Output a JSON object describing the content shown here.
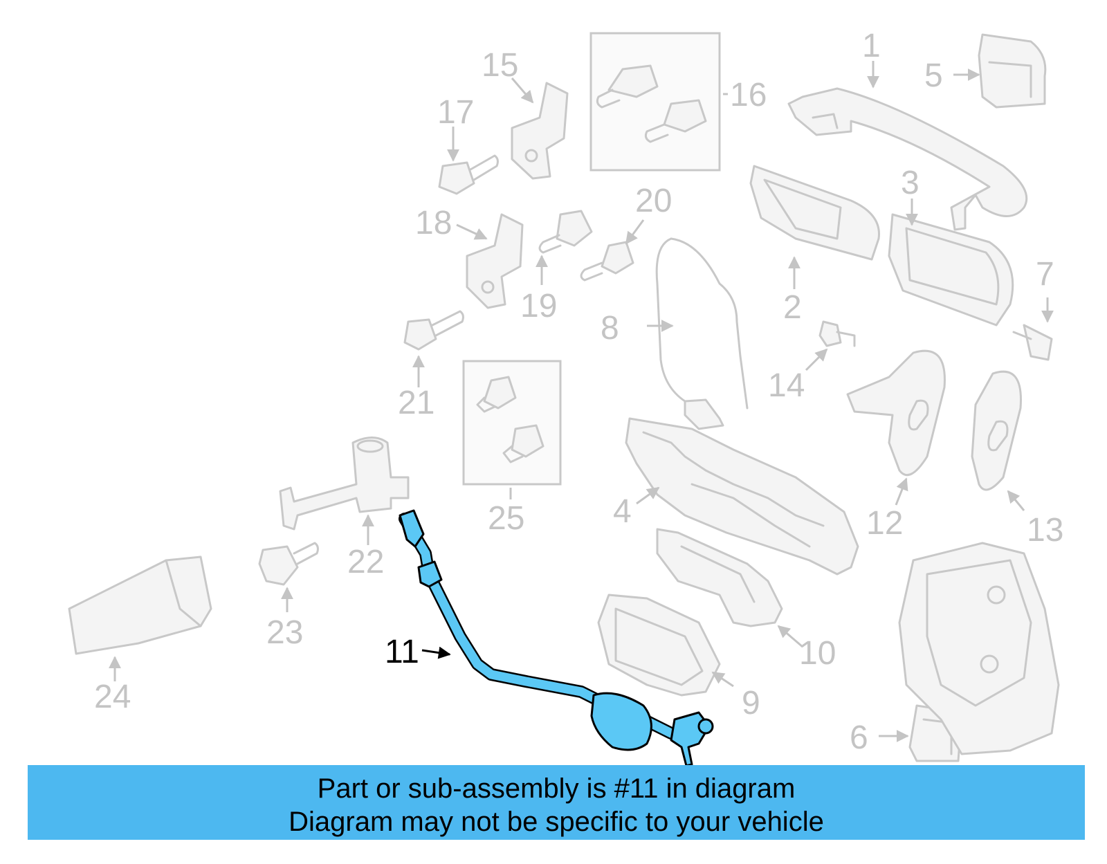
{
  "diagram": {
    "highlighted_part": "11",
    "highlight_color": "#5bc8f5",
    "callouts": {
      "c1": "1",
      "c2": "2",
      "c3": "3",
      "c4": "4",
      "c5": "5",
      "c6": "6",
      "c7": "7",
      "c8": "8",
      "c9": "9",
      "c10": "10",
      "c11": "11",
      "c12": "12",
      "c13": "13",
      "c14": "14",
      "c15": "15",
      "c16": "16",
      "c17": "17",
      "c18": "18",
      "c19": "19",
      "c20": "20",
      "c21": "21",
      "c22": "22",
      "c23": "23",
      "c24": "24",
      "c25": "25"
    }
  },
  "banner": {
    "color": "#4db8f0",
    "line1": "Part or sub-assembly is #11 in diagram",
    "line2": "Diagram may not be specific to your vehicle"
  }
}
